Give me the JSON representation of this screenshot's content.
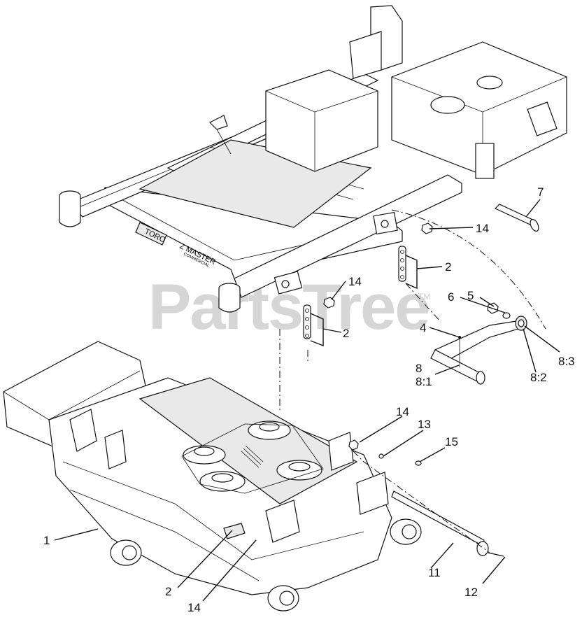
{
  "watermark": {
    "text": "PartsTree",
    "tm": "TM"
  },
  "callouts": {
    "c7": "7",
    "c14a": "14",
    "c14b": "14",
    "c2a": "2",
    "c2b": "2",
    "c5": "5",
    "c6": "6",
    "c4": "4",
    "c8": "8",
    "c81": "8:1",
    "c82": "8:2",
    "c83": "8:3",
    "c14c": "14",
    "c13": "13",
    "c15": "15",
    "c1": "1",
    "c11": "11",
    "c2c": "2",
    "c14d": "14",
    "c12": "12"
  },
  "decals": {
    "brand": "TORO",
    "model": "Z MASTER",
    "sub": "COMMERCIAL"
  }
}
